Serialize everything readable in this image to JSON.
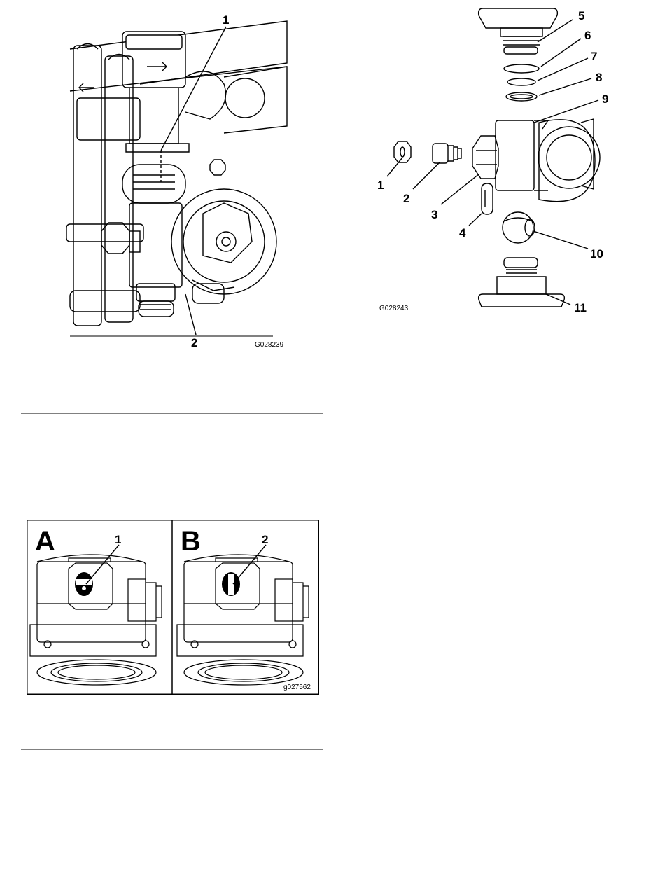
{
  "figures": {
    "fig_valve_install": {
      "callouts": [
        "1",
        "2"
      ],
      "code": "G028239"
    },
    "fig_exploded": {
      "callouts": [
        "1",
        "2",
        "3",
        "4",
        "5",
        "6",
        "7",
        "8",
        "9",
        "10",
        "11"
      ],
      "code": "G028243"
    },
    "fig_orientation": {
      "panel_a_letter": "A",
      "panel_b_letter": "B",
      "callouts": [
        "1",
        "2"
      ],
      "code": "g027562"
    }
  }
}
